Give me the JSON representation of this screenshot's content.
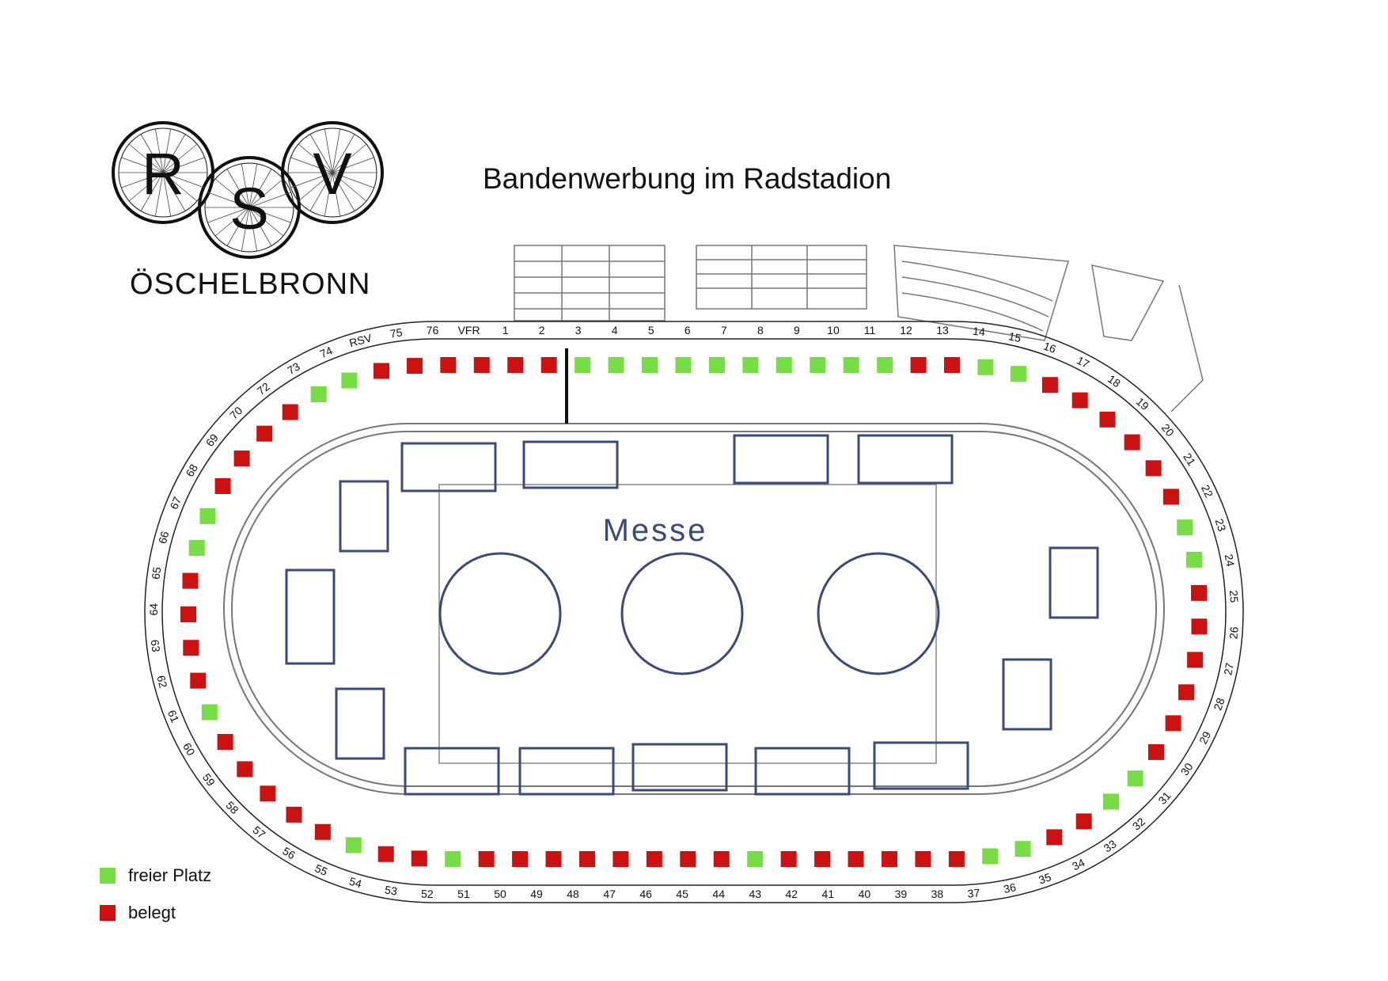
{
  "title": "Bandenwerbung im Radstadion",
  "logo": {
    "letters": [
      "R",
      "S",
      "V"
    ],
    "caption": "ÖSCHELBRONN"
  },
  "infield_label": "Messe",
  "colors": {
    "free": "#77dd44",
    "taken": "#cc1111",
    "plan_lines": "#3a4a7a",
    "track_lines": "#777777"
  },
  "legend": {
    "free_label": "freier Platz",
    "taken_label": "belegt"
  },
  "board_labels": [
    "1",
    "2",
    "3",
    "4",
    "5",
    "6",
    "7",
    "8",
    "9",
    "10",
    "11",
    "12",
    "13",
    "14",
    "15",
    "16",
    "17",
    "18",
    "19",
    "20",
    "21",
    "22",
    "23",
    "24",
    "25",
    "26",
    "27",
    "28",
    "29",
    "30",
    "31",
    "32",
    "33",
    "34",
    "35",
    "36",
    "37",
    "38",
    "39",
    "40",
    "41",
    "42",
    "43",
    "44",
    "45",
    "46",
    "47",
    "48",
    "49",
    "50",
    "51",
    "52",
    "53",
    "54",
    "55",
    "56",
    "57",
    "58",
    "59",
    "60",
    "61",
    "62",
    "63",
    "64",
    "65",
    "66",
    "67",
    "68",
    "69",
    "70",
    "72",
    "73",
    "74",
    "RSV",
    "75",
    "76",
    "VFR"
  ],
  "board_status": {
    "top": [
      "taken",
      "taken",
      "taken",
      "taken",
      "free",
      "free",
      "free",
      "free",
      "free",
      "free",
      "free",
      "free",
      "free",
      "free",
      "taken",
      "taken",
      "free",
      "free",
      "taken",
      "taken",
      "taken",
      "taken",
      "taken",
      "taken",
      "free",
      "free",
      "taken",
      "taken",
      "taken",
      "taken",
      "taken",
      "taken",
      "free",
      "free",
      "taken",
      "taken",
      "free",
      "free"
    ],
    "bottom": [
      "taken",
      "taken",
      "taken",
      "taken",
      "taken",
      "taken",
      "free",
      "taken",
      "taken",
      "taken",
      "taken",
      "taken",
      "taken",
      "taken",
      "taken",
      "free",
      "taken",
      "taken",
      "free",
      "taken",
      "taken",
      "taken",
      "taken",
      "taken",
      "free",
      "taken",
      "taken",
      "taken",
      "taken",
      "free",
      "free",
      "taken",
      "taken",
      "taken",
      "taken",
      "free",
      "free",
      "taken",
      "taken"
    ]
  }
}
